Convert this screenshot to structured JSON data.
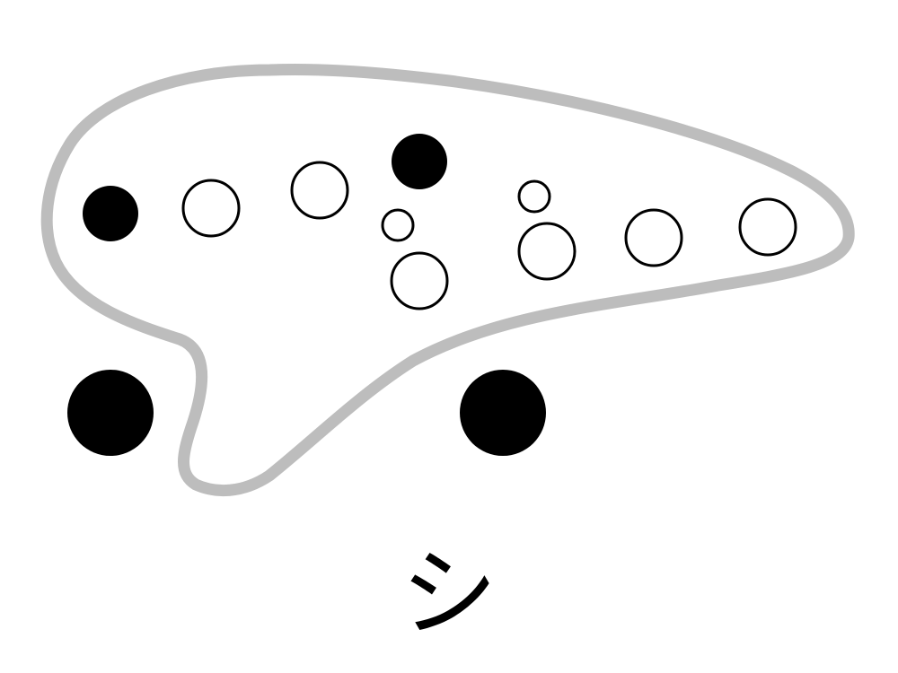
{
  "colors": {
    "outline": "#bdbdbd",
    "covered": "#000000",
    "open": "#ffffff",
    "hole_stroke": "#000000"
  },
  "note_label": "シ",
  "holes": [
    {
      "id": "left-1",
      "size": "large",
      "state": "covered"
    },
    {
      "id": "left-2",
      "size": "large",
      "state": "open"
    },
    {
      "id": "left-3",
      "size": "large",
      "state": "open"
    },
    {
      "id": "left-top",
      "size": "large",
      "state": "covered"
    },
    {
      "id": "left-small-sub",
      "size": "small",
      "state": "open"
    },
    {
      "id": "left-bottom",
      "size": "large",
      "state": "open"
    },
    {
      "id": "right-small-sub",
      "size": "small",
      "state": "open"
    },
    {
      "id": "right-1",
      "size": "large",
      "state": "open"
    },
    {
      "id": "right-2",
      "size": "large",
      "state": "open"
    },
    {
      "id": "right-3",
      "size": "large",
      "state": "open"
    },
    {
      "id": "thumb-left",
      "size": "thumb",
      "state": "covered"
    },
    {
      "id": "thumb-right",
      "size": "thumb",
      "state": "covered"
    }
  ]
}
